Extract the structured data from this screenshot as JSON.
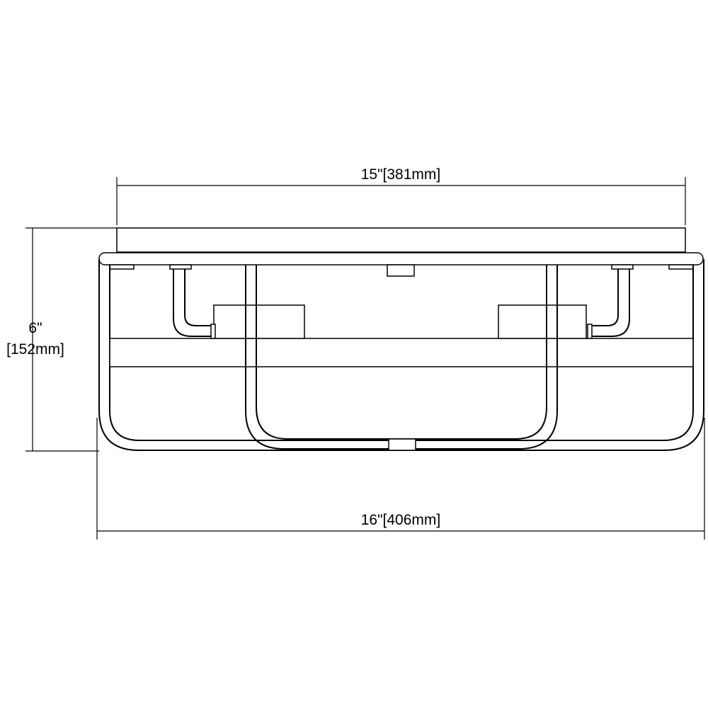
{
  "dimensions": {
    "top_width": "15\"[381mm]",
    "height_inches": "6\"",
    "height_mm": "[152mm]",
    "bottom_width": "16\"[406mm]"
  },
  "colors": {
    "line": "#000000",
    "background": "#ffffff"
  }
}
